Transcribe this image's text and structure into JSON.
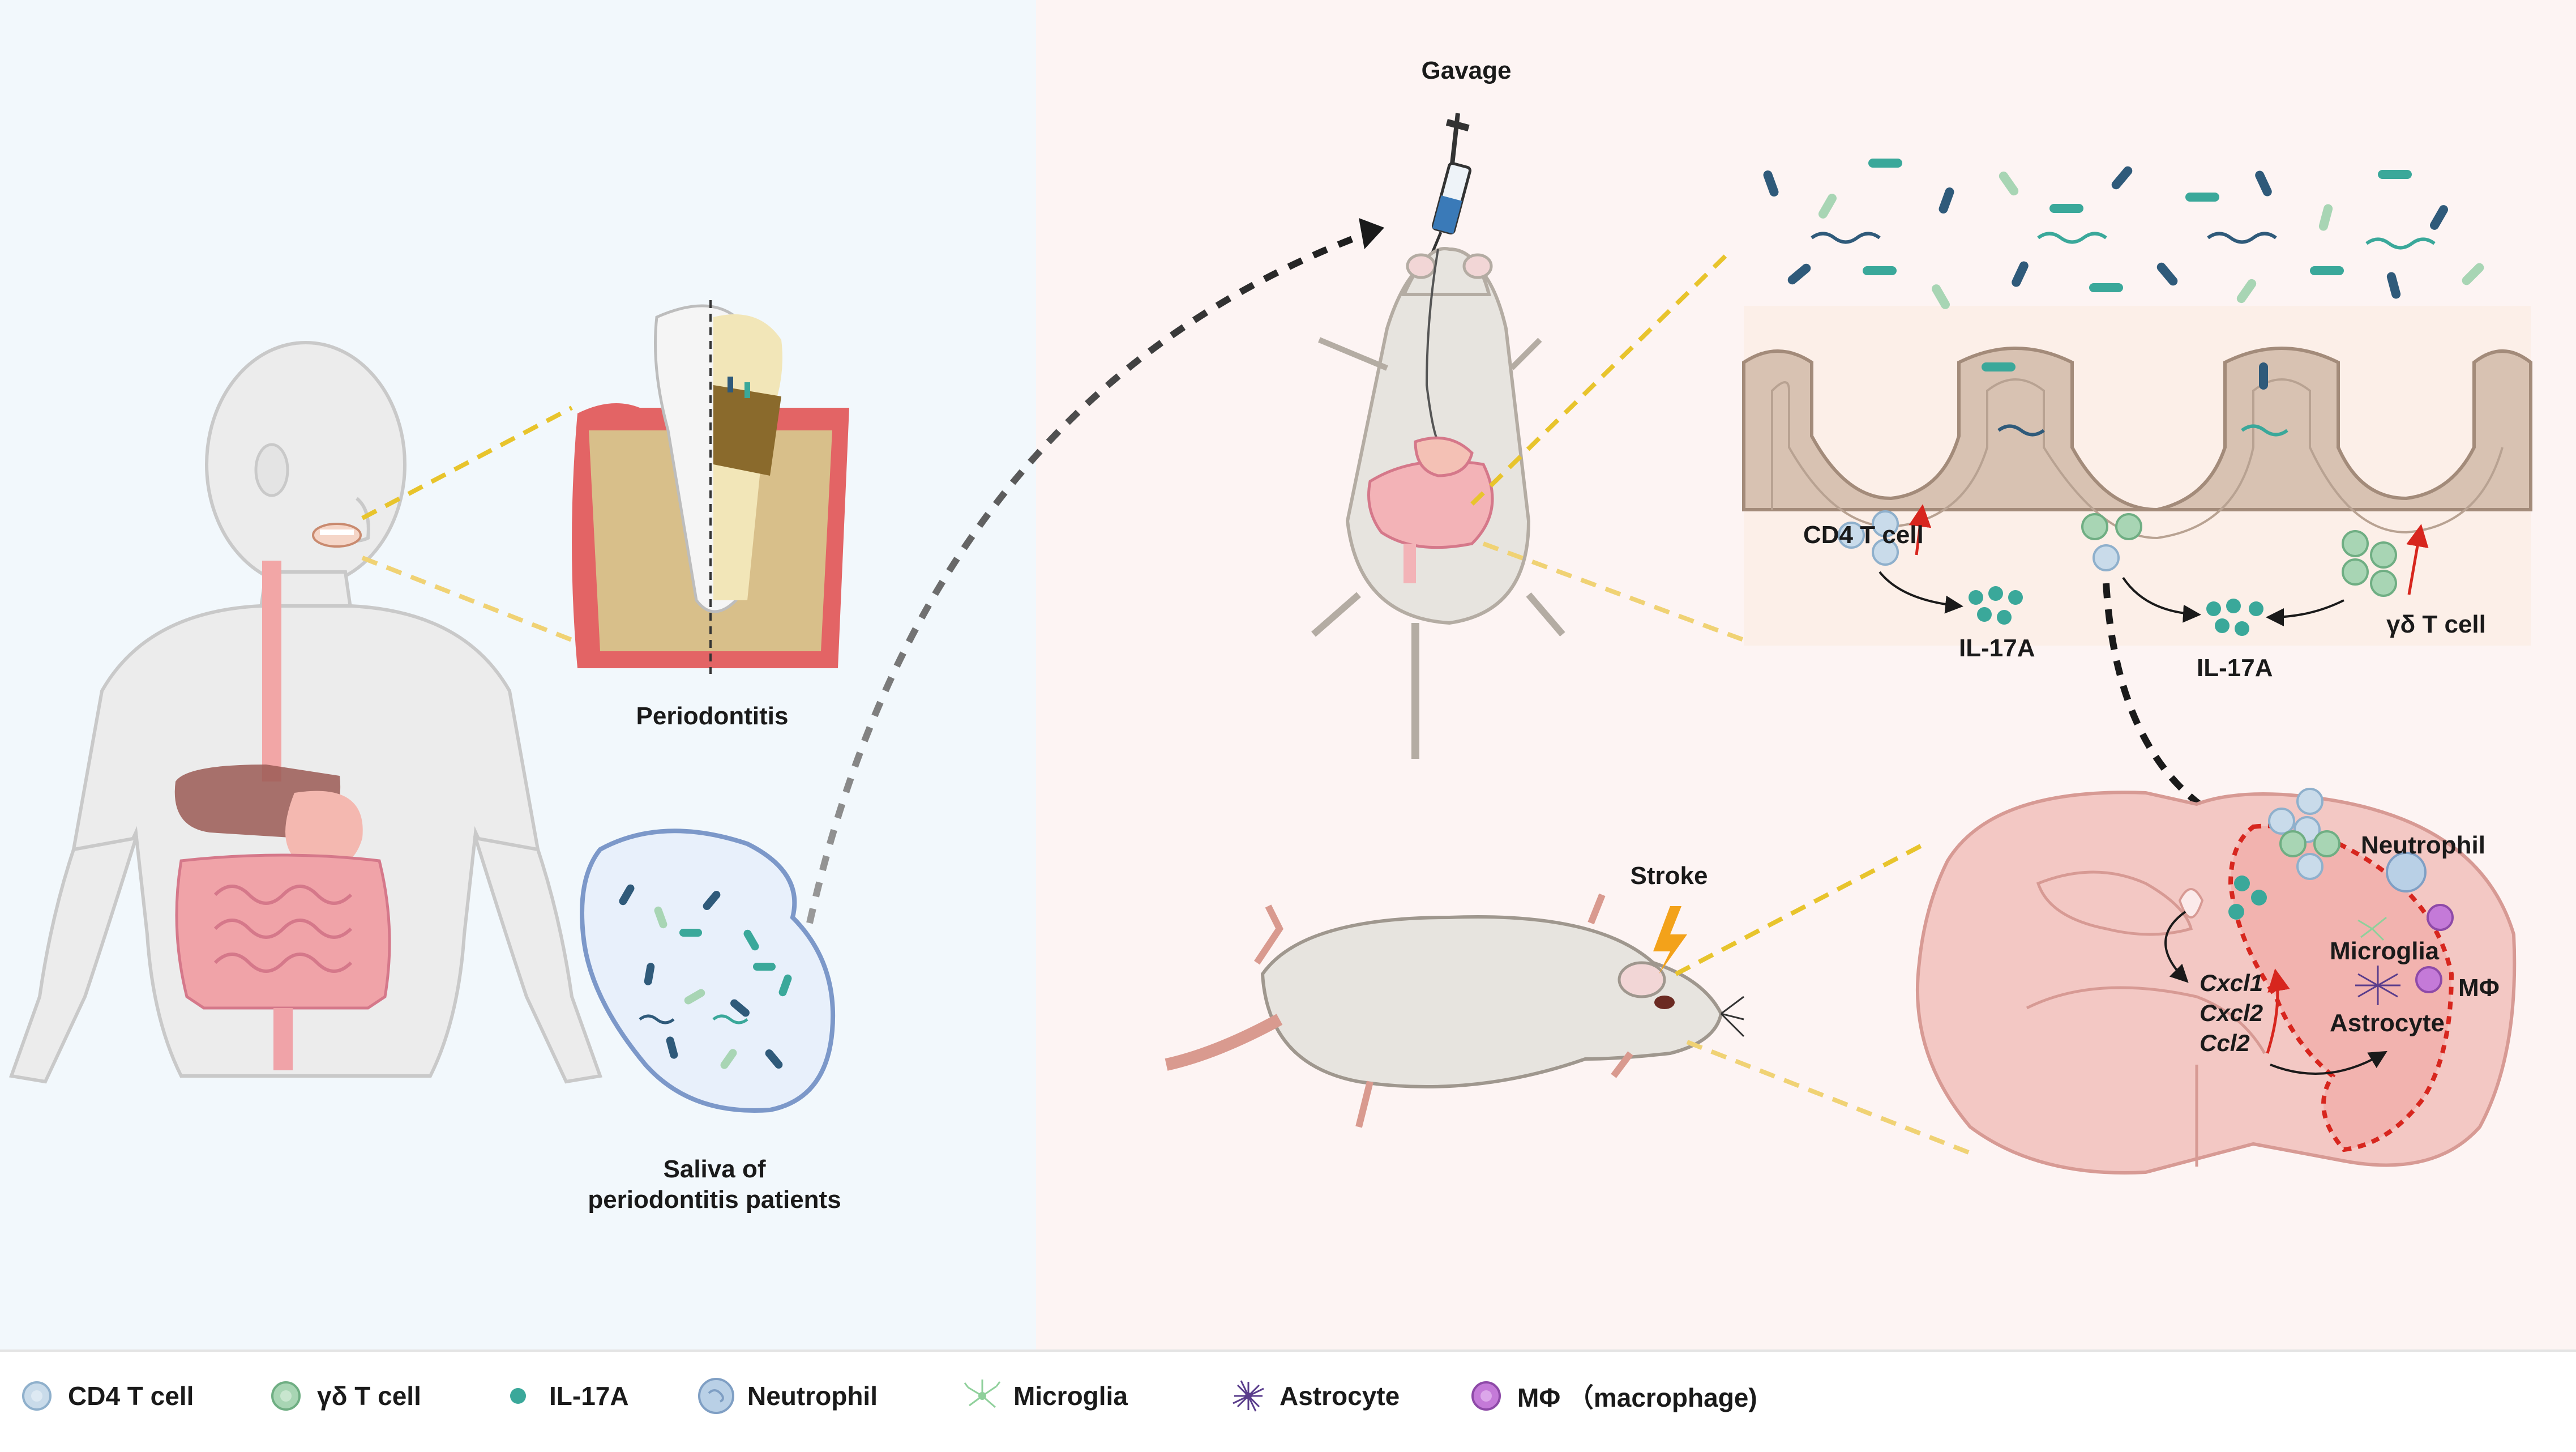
{
  "labels": {
    "gavage": "Gavage",
    "periodontitis": "Periodontitis",
    "saliva_line1": "Saliva of",
    "saliva_line2": "periodontitis patients",
    "stroke": "Stroke",
    "cd4_t_cell": "CD4 T cell",
    "il17a_left": "IL-17A",
    "il17a_right": "IL-17A",
    "gd_t_cell": "γδ T cell",
    "neutrophil": "Neutrophil",
    "microglia": "Microglia",
    "macrophage": "MΦ",
    "astrocyte": "Astrocyte",
    "cxcl1": "Cxcl1",
    "cxcl2": "Cxcl2",
    "ccl2": "Ccl2"
  },
  "legend": [
    {
      "icon": "cd4-t-cell-icon",
      "label": "CD4 T cell",
      "color": "#c9dbea"
    },
    {
      "icon": "gamma-delta-t-cell-icon",
      "label": "γδ T cell",
      "color": "#a8d5b4"
    },
    {
      "icon": "il17a-icon",
      "label": "IL-17A",
      "color": "#3aa89a"
    },
    {
      "icon": "neutrophil-icon",
      "label": "Neutrophil",
      "color": "#b9d0e6"
    },
    {
      "icon": "microglia-icon",
      "label": "Microglia",
      "color": "#8fd09b"
    },
    {
      "icon": "astrocyte-icon",
      "label": "Astrocyte",
      "color": "#5a3d8c"
    },
    {
      "icon": "macrophage-icon",
      "label": "MΦ （macrophage)",
      "color": "#c47ad8"
    }
  ],
  "colors": {
    "left_panel_bg": "#f2f8fc",
    "right_panel_bg": "#fdf4f3",
    "dash_yellow": "#e8c42c",
    "bacteria_teal": "#3aa89a",
    "bacteria_navy": "#2f5a7a",
    "red_arrow": "#d7261e",
    "brain_pink": "#f3c8c4",
    "lightning": "#f3a21a"
  }
}
